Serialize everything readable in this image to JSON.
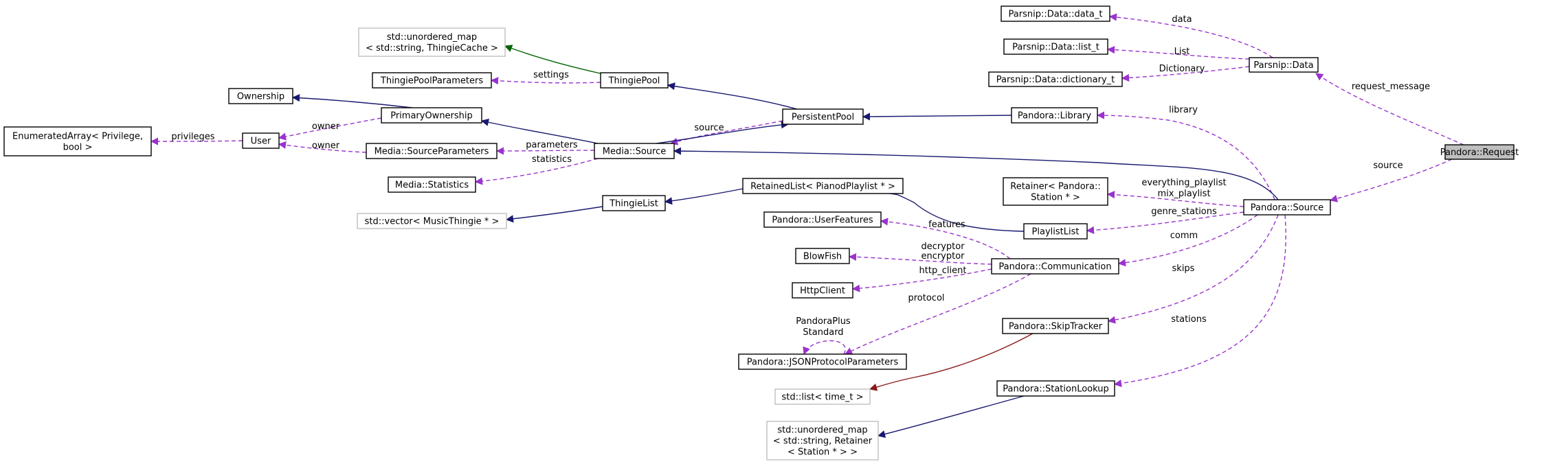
{
  "colors": {
    "inheritance": "#191970",
    "usage": "#9a32cd",
    "template": "#006400",
    "template_instance": "#8b1a1a",
    "node_border": "#000000",
    "undocumented_border": "#bfbfbf",
    "highlight_fill": "#bfbfbf"
  },
  "nodes": [
    {
      "id": "pandora_request",
      "lines": [
        "Pandora::Request"
      ],
      "highlight": true
    },
    {
      "id": "parsnip_data",
      "lines": [
        "Parsnip::Data"
      ]
    },
    {
      "id": "parsnip_data_t",
      "lines": [
        "Parsnip::Data::data_t"
      ]
    },
    {
      "id": "parsnip_list_t",
      "lines": [
        "Parsnip::Data::list_t"
      ]
    },
    {
      "id": "parsnip_dictionary_t",
      "lines": [
        "Parsnip::Data::dictionary_t"
      ]
    },
    {
      "id": "pandora_source",
      "lines": [
        "Pandora::Source"
      ]
    },
    {
      "id": "pandora_library",
      "lines": [
        "Pandora::Library"
      ]
    },
    {
      "id": "persistent_pool",
      "lines": [
        "PersistentPool"
      ]
    },
    {
      "id": "thingie_pool",
      "lines": [
        "ThingiePool"
      ]
    },
    {
      "id": "unordered_map_thingie",
      "lines": [
        "std::unordered_map",
        "< std::string, ThingieCache >"
      ],
      "undocumented": true
    },
    {
      "id": "thingie_pool_parameters",
      "lines": [
        "ThingiePoolParameters"
      ]
    },
    {
      "id": "ownership",
      "lines": [
        "Ownership"
      ]
    },
    {
      "id": "primary_ownership",
      "lines": [
        "PrimaryOwnership"
      ]
    },
    {
      "id": "user",
      "lines": [
        "User"
      ]
    },
    {
      "id": "enumerated_array",
      "lines": [
        "EnumeratedArray< Privilege,",
        "bool >"
      ]
    },
    {
      "id": "media_source_parameters",
      "lines": [
        "Media::SourceParameters"
      ]
    },
    {
      "id": "media_source",
      "lines": [
        "Media::Source"
      ]
    },
    {
      "id": "media_statistics",
      "lines": [
        "Media::Statistics"
      ]
    },
    {
      "id": "retained_list",
      "lines": [
        "RetainedList< PianodPlaylist * >"
      ]
    },
    {
      "id": "thingie_list",
      "lines": [
        "ThingieList"
      ]
    },
    {
      "id": "vector_music",
      "lines": [
        "std::vector< MusicThingie * >"
      ],
      "undocumented": true
    },
    {
      "id": "retainer_station",
      "lines": [
        "Retainer< Pandora::",
        "Station * >"
      ]
    },
    {
      "id": "playlist_list",
      "lines": [
        "PlaylistList"
      ]
    },
    {
      "id": "pandora_user_features",
      "lines": [
        "Pandora::UserFeatures"
      ]
    },
    {
      "id": "blowfish",
      "lines": [
        "BlowFish"
      ]
    },
    {
      "id": "http_client",
      "lines": [
        "HttpClient"
      ]
    },
    {
      "id": "pandora_communication",
      "lines": [
        "Pandora::Communication"
      ]
    },
    {
      "id": "pandora_json_protocol",
      "lines": [
        "Pandora::JSONProtocolParameters"
      ]
    },
    {
      "id": "pandora_skip_tracker",
      "lines": [
        "Pandora::SkipTracker"
      ]
    },
    {
      "id": "list_time_t",
      "lines": [
        "std::list< time_t >"
      ],
      "undocumented": true
    },
    {
      "id": "pandora_station_lookup",
      "lines": [
        "Pandora::StationLookup"
      ]
    },
    {
      "id": "unordered_map_retainer",
      "lines": [
        "std::unordered_map",
        "< std::string, Retainer",
        "< Station * > >"
      ],
      "undocumented": true
    }
  ],
  "edges": [
    {
      "id": "e_data_t",
      "kind": "usage",
      "labels": [
        "data"
      ]
    },
    {
      "id": "e_list_t",
      "kind": "usage",
      "labels": [
        "List"
      ]
    },
    {
      "id": "e_dictionary_t",
      "kind": "usage",
      "labels": [
        "Dictionary"
      ]
    },
    {
      "id": "e_request_message",
      "kind": "usage",
      "labels": [
        "request_message"
      ]
    },
    {
      "id": "e_source",
      "kind": "usage",
      "labels": [
        "source"
      ]
    },
    {
      "id": "e_library",
      "kind": "usage",
      "labels": [
        "library"
      ]
    },
    {
      "id": "e_everything_playlist",
      "kind": "usage",
      "labels": [
        "everything_playlist",
        "mix_playlist"
      ]
    },
    {
      "id": "e_genre_stations",
      "kind": "usage",
      "labels": [
        "genre_stations"
      ]
    },
    {
      "id": "e_comm",
      "kind": "usage",
      "labels": [
        "comm"
      ]
    },
    {
      "id": "e_skips",
      "kind": "usage",
      "labels": [
        "skips"
      ]
    },
    {
      "id": "e_stations",
      "kind": "usage",
      "labels": [
        "stations"
      ]
    },
    {
      "id": "e_features",
      "kind": "usage",
      "labels": [
        "features"
      ]
    },
    {
      "id": "e_decryptor",
      "kind": "usage",
      "labels": [
        "decryptor",
        "encryptor"
      ]
    },
    {
      "id": "e_http_client",
      "kind": "usage",
      "labels": [
        "http_client"
      ]
    },
    {
      "id": "e_protocol",
      "kind": "usage",
      "labels": [
        "protocol"
      ]
    },
    {
      "id": "e_pandoraplus",
      "kind": "usage",
      "labels": [
        "PandoraPlus",
        "Standard"
      ]
    },
    {
      "id": "e_pool_source",
      "kind": "usage",
      "labels": [
        "source"
      ]
    },
    {
      "id": "e_settings",
      "kind": "usage",
      "labels": [
        "settings"
      ]
    },
    {
      "id": "e_parameters",
      "kind": "usage",
      "labels": [
        "parameters"
      ]
    },
    {
      "id": "e_statistics",
      "kind": "usage",
      "labels": [
        "statistics"
      ]
    },
    {
      "id": "e_owner_primary",
      "kind": "usage",
      "labels": [
        "owner"
      ]
    },
    {
      "id": "e_owner_params",
      "kind": "usage",
      "labels": [
        "owner"
      ]
    },
    {
      "id": "e_privileges",
      "kind": "usage",
      "labels": [
        "privileges"
      ]
    },
    {
      "id": "i_library_pool",
      "kind": "inheritance",
      "labels": []
    },
    {
      "id": "i_source_media",
      "kind": "inheritance",
      "labels": []
    },
    {
      "id": "i_playlistlist_retained",
      "kind": "inheritance",
      "labels": []
    },
    {
      "id": "i_media_pool",
      "kind": "inheritance",
      "labels": []
    },
    {
      "id": "i_media_primary",
      "kind": "inheritance",
      "labels": []
    },
    {
      "id": "i_pool_thingiepool",
      "kind": "inheritance",
      "labels": []
    },
    {
      "id": "i_primary_ownership",
      "kind": "inheritance",
      "labels": []
    },
    {
      "id": "i_retained_thingielist",
      "kind": "inheritance",
      "labels": []
    },
    {
      "id": "i_thingielist_vector",
      "kind": "inheritance",
      "labels": []
    },
    {
      "id": "i_stationlookup_map",
      "kind": "inheritance",
      "labels": []
    },
    {
      "id": "t_thingiepool_map",
      "kind": "template",
      "labels": []
    },
    {
      "id": "t_skiptracker_list",
      "kind": "template_instance",
      "labels": []
    }
  ]
}
